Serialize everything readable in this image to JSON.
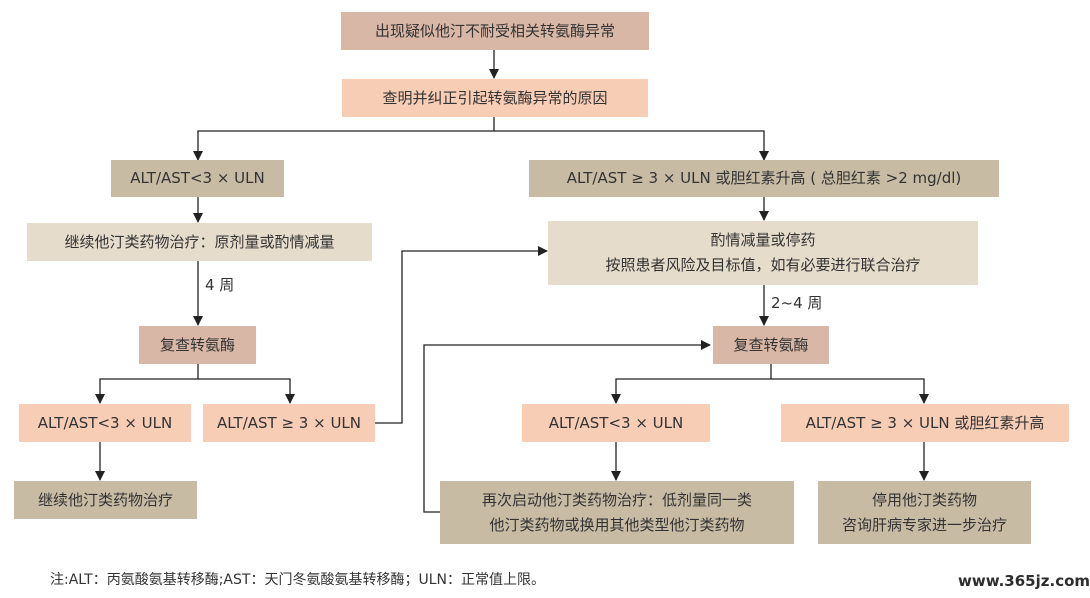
{
  "nodes": {
    "suspect": "出现疑似他汀不耐受相关转氨酶异常",
    "investigate": "查明并纠正引起转氨酶异常的原因",
    "left_lt3": "ALT/AST<3 × ULN",
    "right_ge3": "ALT/AST ≥ 3 × ULN 或胆红素升高 ( 总胆红素 >2 mg/dl)",
    "continue_statin": "继续他汀类药物治疗：原剂量或酌情减量",
    "reduce_or_stop_line1": "酌情减量或停药",
    "reduce_or_stop_line2": "按照患者风险及目标值，如有必要进行联合治疗",
    "recheck_left": "复查转氨酶",
    "recheck_right": "复查转氨酶",
    "ll_lt3": "ALT/AST<3 × ULN",
    "lr_ge3": "ALT/AST ≥ 3 × ULN",
    "rl_lt3": "ALT/AST<3 × ULN",
    "rr_ge3": "ALT/AST ≥ 3 × ULN 或胆红素升高",
    "continue_therapy": "继续他汀类药物治疗",
    "restart_line1": "再次启动他汀类药物治疗：低剂量同一类",
    "restart_line2": "他汀类药物或换用其他类型他汀类药物",
    "stop_line1": "停用他汀类药物",
    "stop_line2": "咨询肝病专家进一步治疗"
  },
  "edge_labels": {
    "four_weeks": "4 周",
    "two_four_weeks": "2~4 周"
  },
  "footnote": "注:ALT：丙氨酸氨基转移酶;AST：天门冬氨酸氨基转移酶；ULN：正常值上限。",
  "watermark": "www.365jz.com",
  "colors": {
    "mauve": "#d9b7a6",
    "peach": "#f8cdb5",
    "khaki": "#c8bba4",
    "beige": "#e5dccc",
    "line": "#222222"
  }
}
